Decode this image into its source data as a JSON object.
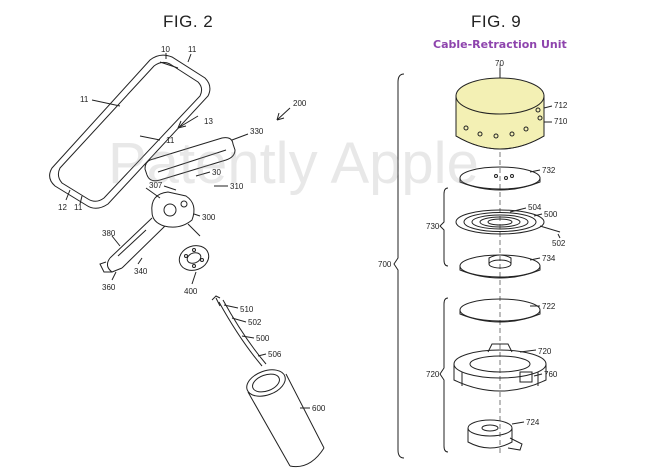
{
  "fig2": {
    "title": "FIG. 2",
    "labels": {
      "l10": "10",
      "l11a": "11",
      "l11b": "11",
      "l11c": "11",
      "l11d": "11",
      "l12": "12",
      "l13": "13",
      "l200": "200",
      "l330": "330",
      "l30": "30",
      "l307": "307",
      "l310": "310",
      "l300": "300",
      "l380": "380",
      "l360": "360",
      "l340": "340",
      "l400": "400",
      "l510": "510",
      "l502": "502",
      "l500": "500",
      "l506": "506",
      "l600": "600"
    }
  },
  "fig9": {
    "title": "FIG. 9",
    "subtitle": "Cable-Retraction Unit",
    "colors": {
      "housing": "#f3f0b4"
    },
    "labels": {
      "l70": "70",
      "l712": "712",
      "l710": "710",
      "l732": "732",
      "l504": "504",
      "l500": "500",
      "l502": "502",
      "l730": "730",
      "l734": "734",
      "l700": "700",
      "l722": "722",
      "l720": "720",
      "l760": "760",
      "l720b": "720",
      "l724": "724"
    }
  },
  "watermark": "Patently Apple"
}
